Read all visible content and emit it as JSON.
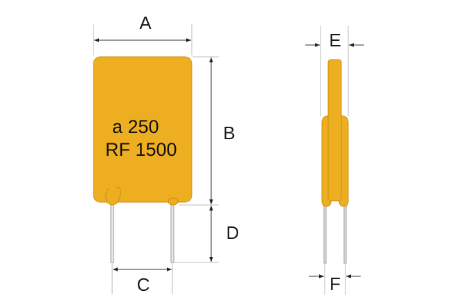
{
  "dimensions": {
    "A": "A",
    "B": "B",
    "C": "C",
    "D": "D",
    "E": "E",
    "F": "F"
  },
  "marking": {
    "line1": "a 250",
    "line2": "RF 1500"
  },
  "colors": {
    "body": "#EEAE22",
    "outline": "#c98f10",
    "lead": "#e8e8e8"
  }
}
